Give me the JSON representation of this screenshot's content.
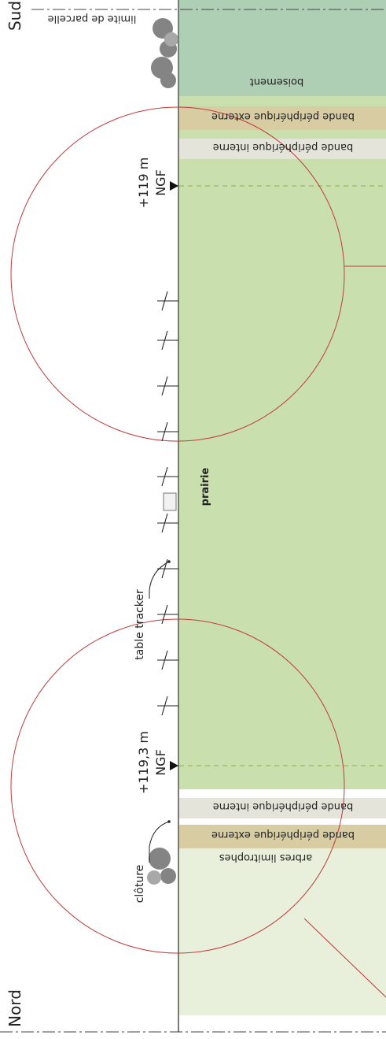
{
  "orientation": {
    "north_label": "Nord",
    "south_label": "Sud"
  },
  "zones": {
    "boisement": "boisement",
    "bande_exterieure": "bande périphérique externe",
    "bande_interieure": "bande périphérique interne",
    "prairie": "prairie",
    "arbres_limitrophes": "arbres limitrophes",
    "limite_parcelle": "limite de parcelle"
  },
  "annotations": {
    "table_tracker": "table tracker",
    "cloture": "clôture"
  },
  "levels": [
    {
      "value": "+119 m",
      "datum": "NGF"
    },
    {
      "value": "+119,3 m",
      "datum": "NGF"
    }
  ],
  "colors": {
    "prairie": "#cadfae",
    "boisement": "#aecfb4",
    "bande_exterieure": "#d8cca2",
    "bande_interieure": "#e4e4da",
    "arbres_zone": "#e8efdb",
    "radius_line": "#c23a3a",
    "level_line": "#86b24a"
  },
  "icons": {
    "tracker": "tracker-table-icon",
    "tree": "tree-icon",
    "level_marker": "level-triangle-icon",
    "compass": "north-south-label"
  }
}
